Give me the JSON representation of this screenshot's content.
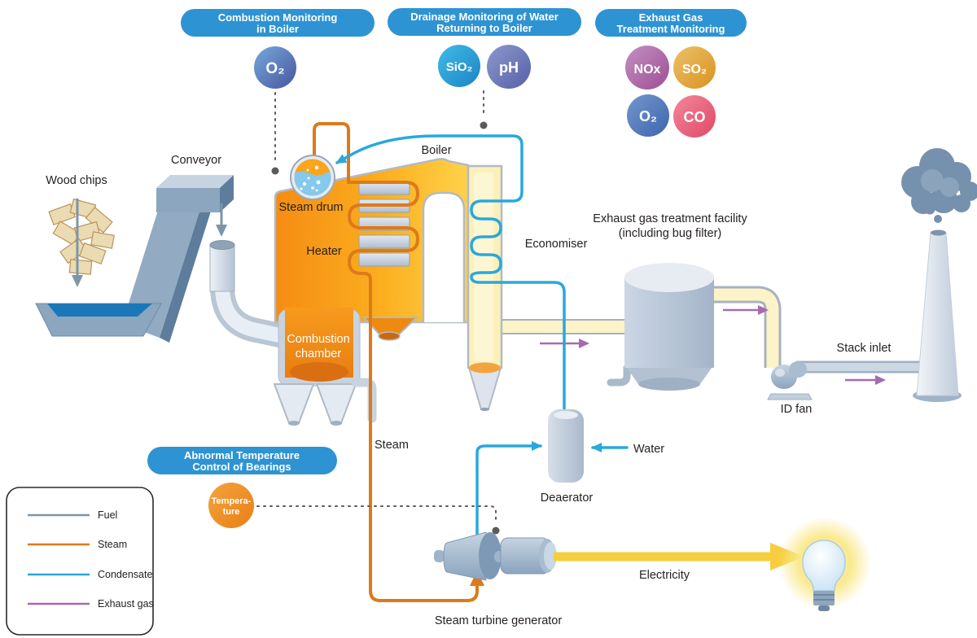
{
  "colors": {
    "pill_blue": "#2E93D2",
    "fuel": "#7E95A8",
    "steam": "#DD7A1A",
    "condensate": "#29A8DC",
    "exhaust_gas": "#A66BAD",
    "electricity": "#F6CE3E",
    "monitor_dot": "#5A5A5A"
  },
  "pills": {
    "combustion": {
      "line1": "Combustion Monitoring",
      "line2": "in Boiler"
    },
    "drainage": {
      "line1": "Drainage Monitoring of Water",
      "line2": "Returning to Boiler"
    },
    "exhaust": {
      "line1": "Exhaust Gas",
      "line2": "Treatment Monitoring"
    },
    "bearings": {
      "line1": "Abnormal Temperature",
      "line2": "Control of Bearings"
    }
  },
  "badges": {
    "o2_boiler": {
      "label": "O₂",
      "c1": "#76A9DB",
      "c2": "#47569F"
    },
    "sio2": {
      "label": "SiO₂",
      "c1": "#3FBCE8",
      "c2": "#1D83C4"
    },
    "ph": {
      "label": "pH",
      "c1": "#8E98CC",
      "c2": "#5560A8"
    },
    "nox": {
      "label": "NOx",
      "c1": "#C490C0",
      "c2": "#9D4E96"
    },
    "so2": {
      "label": "SO₂",
      "c1": "#ECC06A",
      "c2": "#D9931F"
    },
    "o2_exhaust": {
      "label": "O₂",
      "c1": "#7396CC",
      "c2": "#3E66AE"
    },
    "co": {
      "label": "CO",
      "c1": "#F2889A",
      "c2": "#E04868"
    },
    "temperature": {
      "line1": "Tempera-",
      "line2": "ture",
      "c1": "#F5A33C",
      "c2": "#E87F17"
    }
  },
  "labels": {
    "wood_chips": "Wood chips",
    "conveyor": "Conveyor",
    "boiler": "Boiler",
    "steam_drum": "Steam drum",
    "heater": "Heater",
    "combustion_chamber_line1": "Combustion",
    "combustion_chamber_line2": "chamber",
    "steam": "Steam",
    "economiser": "Economiser",
    "treatment_line1": "Exhaust gas treatment facility",
    "treatment_line2": "(including bug filter)",
    "stack_inlet": "Stack inlet",
    "id_fan": "ID fan",
    "water": "Water",
    "deaerator": "Deaerator",
    "electricity": "Electricity",
    "turbine": "Steam turbine generator"
  },
  "legend": {
    "items": [
      {
        "label": "Fuel",
        "color": "#7E95A8"
      },
      {
        "label": "Steam",
        "color": "#DD7A1A"
      },
      {
        "label": "Condensate",
        "color": "#29A8DC"
      },
      {
        "label": "Exhaust gas",
        "color": "#A66BAD"
      }
    ]
  }
}
